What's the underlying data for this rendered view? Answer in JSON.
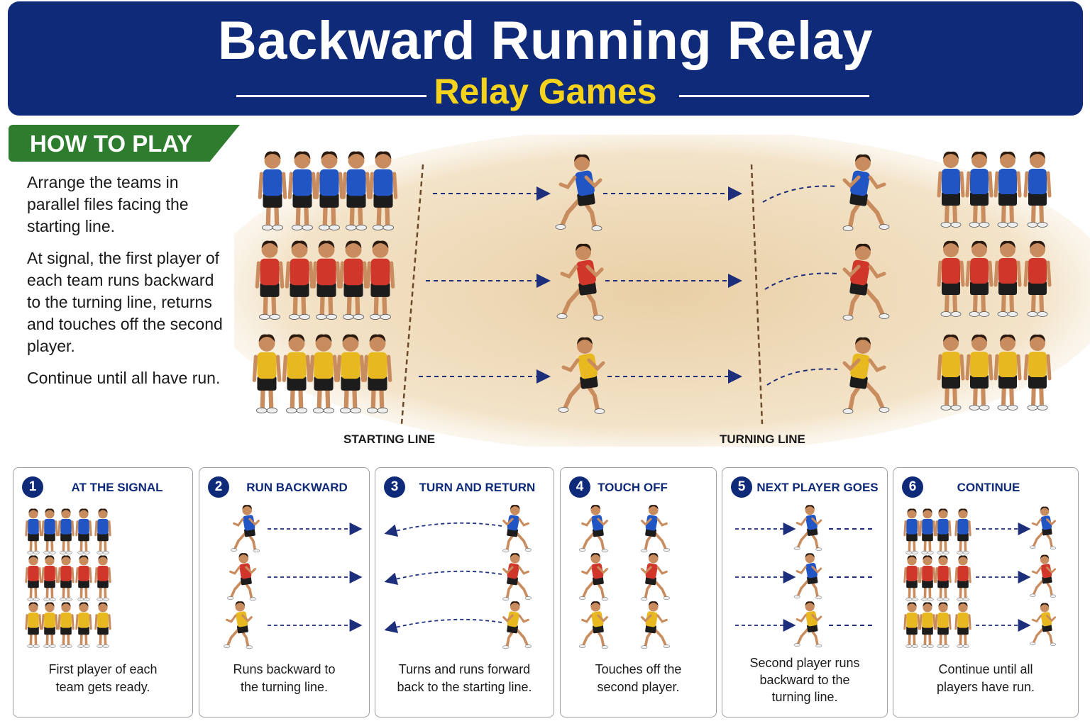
{
  "header": {
    "title": "Backward Running Relay",
    "subtitle": "Relay Games"
  },
  "how_to_play": {
    "heading": "HOW TO PLAY",
    "paragraphs": [
      "Arrange the teams in parallel files facing the starting line.",
      "At signal, the first player of each team runs backward to the turning line, returns and touches off the second player.",
      "Continue until all have run."
    ]
  },
  "field": {
    "start_label": "STARTING LINE",
    "turn_label": "TURNING LINE"
  },
  "team_colors": {
    "blue": "#2255c4",
    "red": "#d1362b",
    "yellow": "#e8b820",
    "navy": "#0f2a78",
    "green": "#2e7d2e"
  },
  "steps": [
    {
      "num": "1",
      "title": "AT THE SIGNAL",
      "caption": "First player of each team gets ready."
    },
    {
      "num": "2",
      "title": "RUN BACKWARD",
      "caption": "Runs backward to the turning line."
    },
    {
      "num": "3",
      "title": "TURN AND RETURN",
      "caption": "Turns and runs forward back to the starting line."
    },
    {
      "num": "4",
      "title": "TOUCH OFF",
      "caption": "Touches off the second player."
    },
    {
      "num": "5",
      "title": "NEXT PLAYER GOES",
      "caption": "Second player runs backward to the turning line."
    },
    {
      "num": "6",
      "title": "CONTINUE",
      "caption": "Continue until all players have run."
    }
  ]
}
